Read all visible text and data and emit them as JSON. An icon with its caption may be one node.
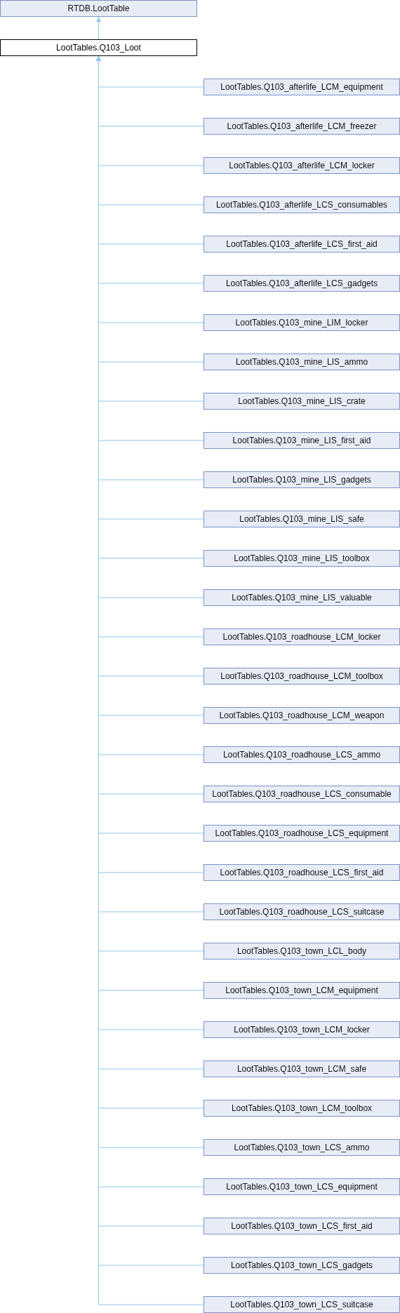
{
  "diagram": {
    "nodes": [
      {
        "text": [
          "RTDB.LootTable"
        ]
      },
      {
        "text": [
          "LootTables.Q103_Loot"
        ]
      },
      {
        "text": [
          "LootTables.Q103_afterlife_LCM_equipment"
        ]
      },
      {
        "text": [
          "LootTables.Q103_afterlife_LCM_freezer"
        ]
      },
      {
        "text": [
          "LootTables.Q103_afterlife_LCM_locker"
        ]
      },
      {
        "text": [
          "LootTables.Q103_afterlife_LCS_consumables"
        ]
      },
      {
        "text": [
          "LootTables.Q103_afterlife_LCS_first_aid"
        ]
      },
      {
        "text": [
          "LootTables.Q103_afterlife_LCS_gadgets"
        ]
      },
      {
        "text": [
          "LootTables.Q103_mine_LIM_locker"
        ]
      },
      {
        "text": [
          "LootTables.Q103_mine_LIS_ammo"
        ]
      },
      {
        "text": [
          "LootTables.Q103_mine_LIS_crate"
        ]
      },
      {
        "text": [
          "LootTables.Q103_mine_LIS_first_aid"
        ]
      },
      {
        "text": [
          "LootTables.Q103_mine_LIS_gadgets"
        ]
      },
      {
        "text": [
          "LootTables.Q103_mine_LIS_safe"
        ]
      },
      {
        "text": [
          "LootTables.Q103_mine_LIS_toolbox"
        ]
      },
      {
        "text": [
          "LootTables.Q103_mine_LIS_valuable"
        ]
      },
      {
        "text": [
          "LootTables.Q103_roadhouse_LCM_locker"
        ]
      },
      {
        "text": [
          "LootTables.Q103_roadhouse_LCM_toolbox"
        ]
      },
      {
        "text": [
          "LootTables.Q103_roadhouse_LCM_weapon"
        ]
      },
      {
        "text": [
          "LootTables.Q103_roadhouse_LCS_ammo"
        ]
      },
      {
        "text": [
          "LootTables.Q103_roadhouse_LCS_consumable"
        ]
      },
      {
        "text": [
          "LootTables.Q103_roadhouse_LCS_equipment"
        ]
      },
      {
        "text": [
          "LootTables.Q103_roadhouse_LCS_first_aid"
        ]
      },
      {
        "text": [
          "LootTables.Q103_roadhouse_LCS_suitcase"
        ]
      },
      {
        "text": [
          "LootTables.Q103_town_LCL_body"
        ]
      },
      {
        "text": [
          "LootTables.Q103_town_LCM_equipment"
        ]
      },
      {
        "text": [
          "LootTables.Q103_town_LCM_locker"
        ]
      },
      {
        "text": [
          "LootTables.Q103_town_LCM_safe"
        ]
      },
      {
        "text": [
          "LootTables.Q103_town_LCM_toolbox"
        ]
      },
      {
        "text": [
          "LootTables.Q103_town_LCS_ammo"
        ]
      },
      {
        "text": [
          "LootTables.Q103_town_LCS_equipment"
        ]
      },
      {
        "text": [
          "LootTables.Q103_town_LCS_first_aid"
        ]
      },
      {
        "text": [
          "LootTables.Q103_town_LCS_gadgets"
        ]
      },
      {
        "text": [
          "LootTables.Q103_town_LCS_suitcase"
        ]
      }
    ],
    "edges": [
      {
        "from": 1,
        "to": 0,
        "arrow": "to"
      },
      {
        "from": 2,
        "to": 1,
        "arrow": "to"
      },
      {
        "from": 3,
        "to": 1,
        "arrow": "to"
      },
      {
        "from": 4,
        "to": 1,
        "arrow": "to"
      },
      {
        "from": 5,
        "to": 1,
        "arrow": "to"
      },
      {
        "from": 6,
        "to": 1,
        "arrow": "to"
      },
      {
        "from": 7,
        "to": 1,
        "arrow": "to"
      },
      {
        "from": 8,
        "to": 1,
        "arrow": "to"
      },
      {
        "from": 9,
        "to": 1,
        "arrow": "to"
      },
      {
        "from": 10,
        "to": 1,
        "arrow": "to"
      },
      {
        "from": 11,
        "to": 1,
        "arrow": "to"
      },
      {
        "from": 12,
        "to": 1,
        "arrow": "to"
      },
      {
        "from": 13,
        "to": 1,
        "arrow": "to"
      },
      {
        "from": 14,
        "to": 1,
        "arrow": "to"
      },
      {
        "from": 15,
        "to": 1,
        "arrow": "to"
      },
      {
        "from": 16,
        "to": 1,
        "arrow": "to"
      },
      {
        "from": 17,
        "to": 1,
        "arrow": "to"
      },
      {
        "from": 18,
        "to": 1,
        "arrow": "to"
      },
      {
        "from": 19,
        "to": 1,
        "arrow": "to"
      },
      {
        "from": 20,
        "to": 1,
        "arrow": "to"
      },
      {
        "from": 21,
        "to": 1,
        "arrow": "to"
      },
      {
        "from": 22,
        "to": 1,
        "arrow": "to"
      },
      {
        "from": 23,
        "to": 1,
        "arrow": "to"
      },
      {
        "from": 24,
        "to": 1,
        "arrow": "to"
      },
      {
        "from": 25,
        "to": 1,
        "arrow": "to"
      },
      {
        "from": 26,
        "to": 1,
        "arrow": "to"
      },
      {
        "from": 27,
        "to": 1,
        "arrow": "to"
      },
      {
        "from": 28,
        "to": 1,
        "arrow": "to"
      },
      {
        "from": 29,
        "to": 1,
        "arrow": "to"
      },
      {
        "from": 30,
        "to": 1,
        "arrow": "to"
      },
      {
        "from": 31,
        "to": 1,
        "arrow": "to"
      },
      {
        "from": 32,
        "to": 1,
        "arrow": "to"
      },
      {
        "from": 33,
        "to": 1,
        "arrow": "to"
      }
    ]
  }
}
